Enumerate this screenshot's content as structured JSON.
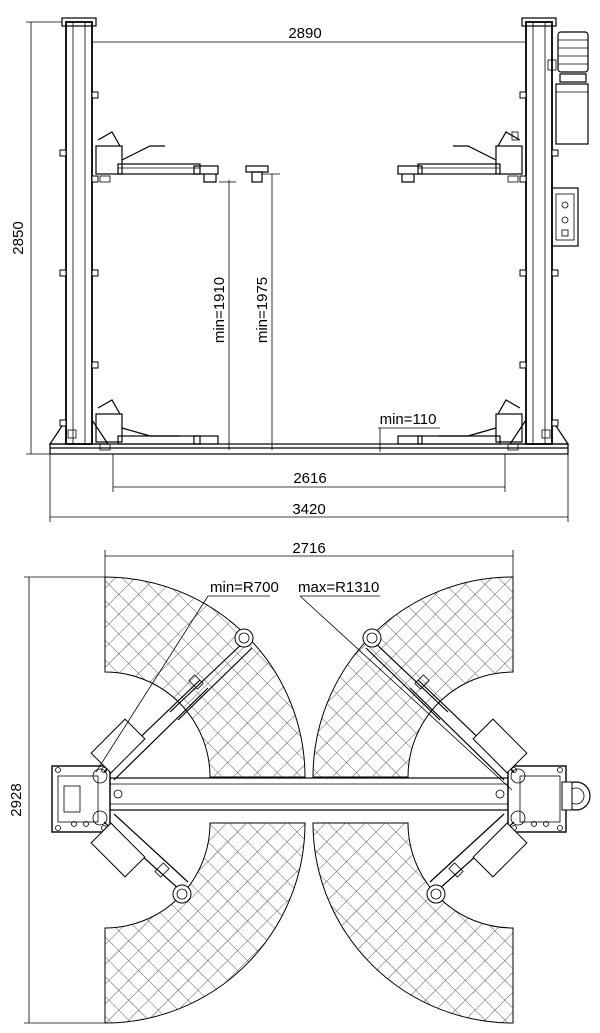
{
  "front_view": {
    "width_between_columns": "2890",
    "overall_height": "2850",
    "min_pad_height_short": "min=1910",
    "min_pad_height_tall": "min=1975",
    "min_lowest_height": "min=110",
    "drive_through_width": "2616",
    "overall_width": "3420"
  },
  "top_view": {
    "arm_reach_width": "2716",
    "overall_depth": "2928",
    "min_radius": "min=R700",
    "max_radius": "max=R1310"
  }
}
